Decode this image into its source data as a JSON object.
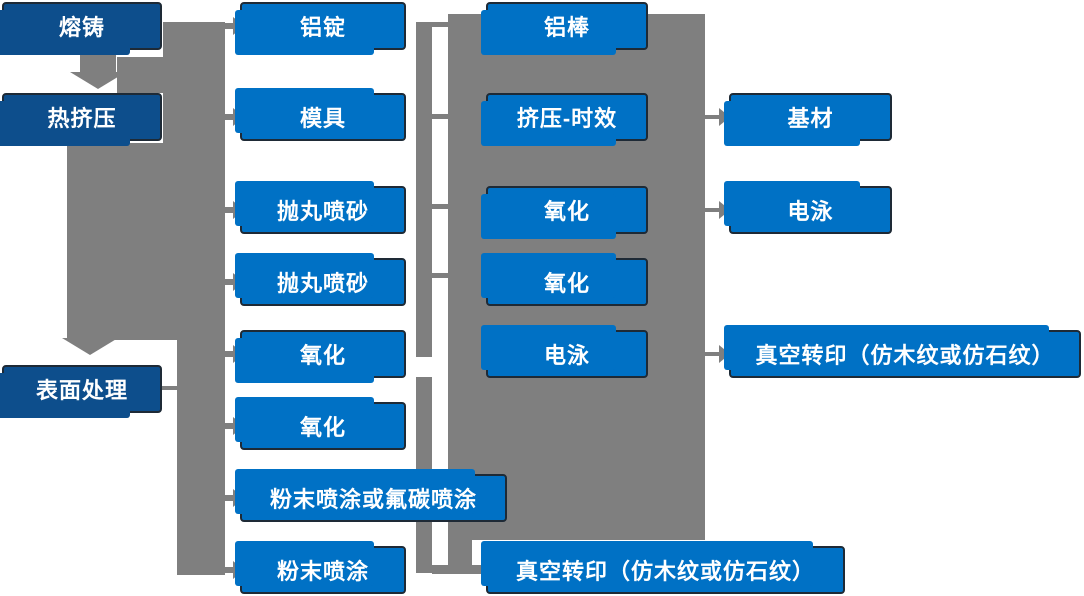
{
  "diagram": {
    "type": "process-flowchart",
    "language": "zh-CN",
    "colors": {
      "box_blue": "#0071c5",
      "box_dark_blue": "#0d4e8c",
      "connector_gray": "#7f7f7f",
      "border_dark": "#1e2a36",
      "text_white": "#ffffff"
    },
    "columns": [
      {
        "name": "stage-column",
        "items": [
          {
            "label": "熔铸"
          },
          {
            "label": "热挤压"
          },
          {
            "label": "表面处理"
          }
        ]
      },
      {
        "name": "step-column-2",
        "items": [
          {
            "label": "铝锭"
          },
          {
            "label": "模具"
          },
          {
            "label": "抛丸喷砂"
          },
          {
            "label": "抛丸喷砂"
          },
          {
            "label": "氧化"
          },
          {
            "label": "氧化"
          },
          {
            "label": "粉末喷涂或氟碳喷涂"
          },
          {
            "label": "粉末喷涂"
          }
        ]
      },
      {
        "name": "step-column-3",
        "items": [
          {
            "label": "铝棒"
          },
          {
            "label": "挤压-时效"
          },
          {
            "label": "氧化"
          },
          {
            "label": "氧化"
          },
          {
            "label": "电泳"
          },
          {
            "label": "真空转印（仿木纹或仿石纹）"
          }
        ]
      },
      {
        "name": "result-column",
        "items": [
          {
            "label": "基材"
          },
          {
            "label": "电泳"
          },
          {
            "label": "真空转印（仿木纹或仿石纹）"
          }
        ]
      }
    ]
  }
}
